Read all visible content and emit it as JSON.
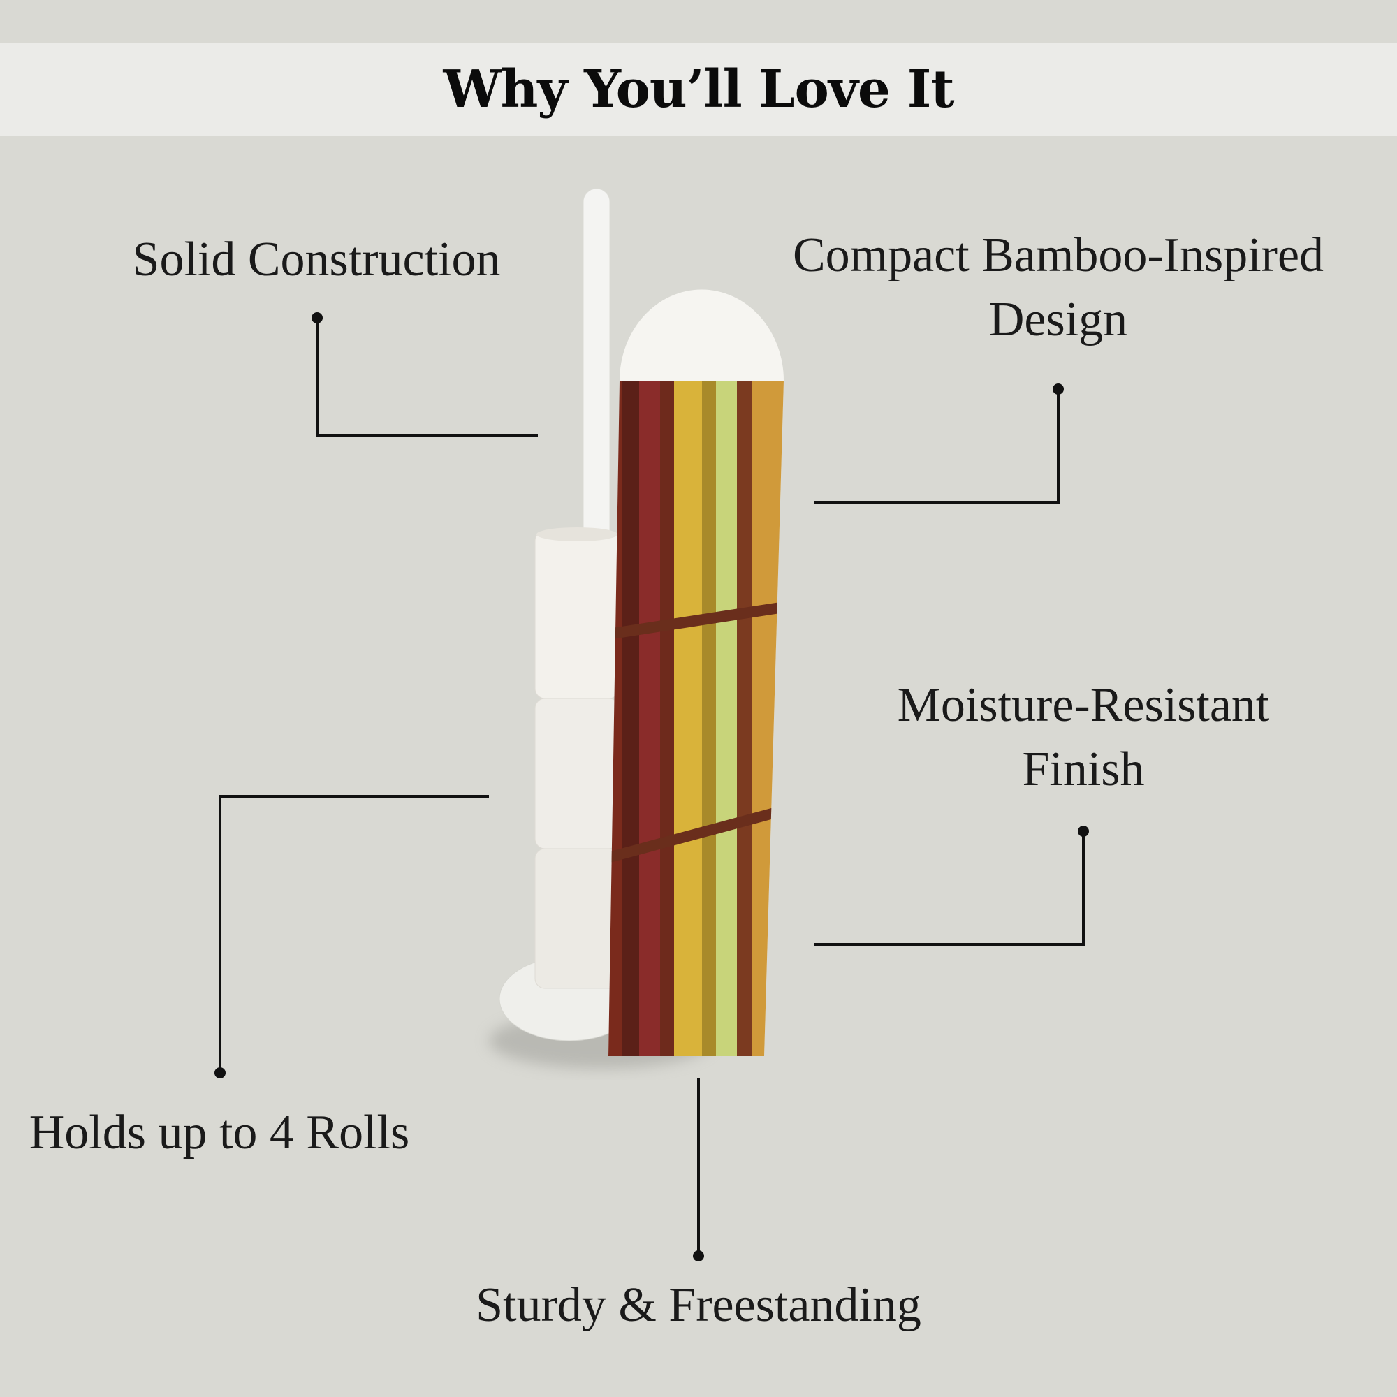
{
  "header": {
    "title": "Why You’ll Love It"
  },
  "features": [
    {
      "label": "Solid Construction"
    },
    {
      "line1": "Compact Bamboo-Inspired",
      "line2": "Design"
    },
    {
      "line1": "Moisture-Resistant",
      "line2": "Finish"
    },
    {
      "label": "Holds up to 4 Rolls"
    },
    {
      "label": "Sturdy & Freestanding"
    }
  ],
  "colors": {
    "background": "#d9d9d3",
    "header_band": "#ebebe8",
    "text": "#111111"
  }
}
